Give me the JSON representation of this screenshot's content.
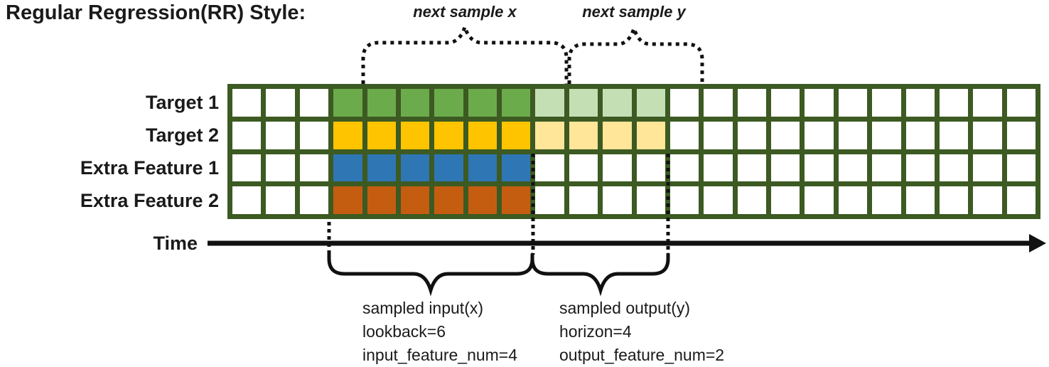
{
  "title": "Regular Regression(RR) Style:",
  "axis": {
    "label": "Time"
  },
  "annotations": {
    "next_sample_x": "next sample x",
    "next_sample_y": "next sample y",
    "input_block": {
      "line1": "sampled input(x)",
      "line2": "lookback=6",
      "line3": "input_feature_num=4"
    },
    "output_block": {
      "line1": "sampled output(y)",
      "line2": "horizon=4",
      "line3": "output_feature_num=2"
    }
  },
  "grid": {
    "columns": 24,
    "input_start": 3,
    "input_length": 6,
    "output_start": 9,
    "output_length": 4,
    "border_color": "#3C5A22",
    "empty_color": "#FFFFFF",
    "rows": [
      {
        "label": "Target 1",
        "input_color": "#6CAB4C",
        "output_color": "#C5DFB5",
        "has_output": true
      },
      {
        "label": "Target 2",
        "input_color": "#FFC400",
        "output_color": "#FFE699",
        "has_output": true
      },
      {
        "label": "Extra Feature 1",
        "input_color": "#2F76B5",
        "output_color": "",
        "has_output": false
      },
      {
        "label": "Extra Feature 2",
        "input_color": "#C55D11",
        "output_color": "",
        "has_output": false
      }
    ]
  }
}
